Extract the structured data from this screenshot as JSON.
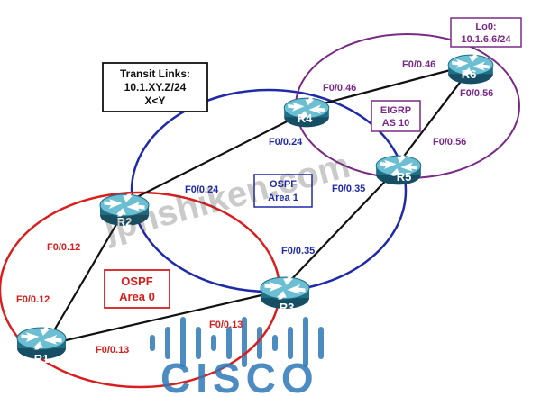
{
  "colors": {
    "area0": "#d81e1e",
    "area1": "#1f2aa8",
    "eigrp": "#7a2a86",
    "link": "#111111",
    "router_body": "#1f6f87",
    "router_top": "#5fb3c9",
    "watermark": "#2e78b7",
    "watermark_text": "#3f3f3f"
  },
  "routers": {
    "r1": "R1",
    "r2": "R2",
    "r3": "R3",
    "r4": "R4",
    "r5": "R5",
    "r6": "R6"
  },
  "interfaces": {
    "r1_to_r2": "F0/0.12",
    "r2_to_r1": "F0/0.12",
    "r1_to_r3": "F0/0.13",
    "r3_to_r1": "F0/0.13",
    "r2_to_r4": "F0/0.24",
    "r4_to_r2": "F0/0.24",
    "r3_to_r5": "F0/0.35",
    "r5_to_r3": "F0/0.35",
    "r4_to_r6": "F0/0.46",
    "r6_to_r4": "F0/0.46",
    "r5_to_r6": "F0/0.56",
    "r6_to_r5": "F0/0.56"
  },
  "areas": {
    "area0": {
      "line1": "OSPF",
      "line2": "Area 0"
    },
    "area1": {
      "line1": "OSPF",
      "line2": "Area 1"
    },
    "eigrp": {
      "line1": "EIGRP",
      "line2": "AS 10"
    }
  },
  "transit_box": {
    "line1": "Transit Links:",
    "line2": "10.1.XY.Z/24",
    "line3": "X<Y"
  },
  "loopback_box": {
    "line1": "Lo0:",
    "line2": "10.1.6.6/24"
  },
  "watermark": {
    "site": "jpnshiken.com",
    "brand": "CISCO"
  }
}
